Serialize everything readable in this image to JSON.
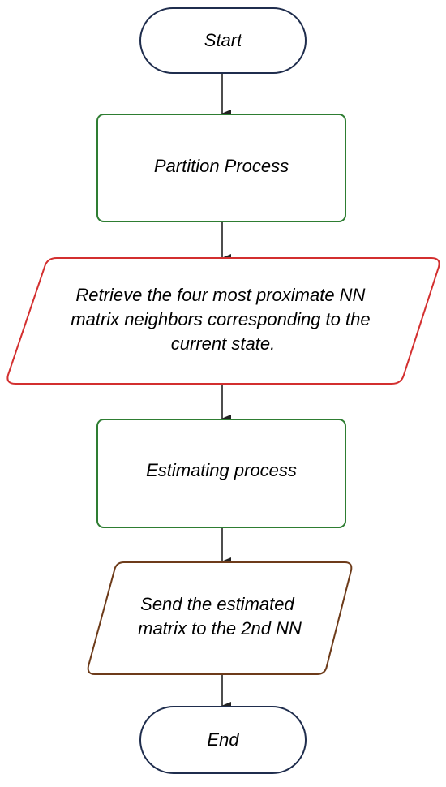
{
  "nodes": {
    "start": {
      "label": "Start",
      "stroke": "#1f2d4d"
    },
    "partition": {
      "label": "Partition Process",
      "stroke": "#2e7d32"
    },
    "retrieve": {
      "lines": [
        "Retrieve the four most proximate NN",
        "matrix neighbors corresponding to the",
        "current state."
      ],
      "stroke": "#d32f2f"
    },
    "estimating": {
      "label": "Estimating process",
      "stroke": "#2e7d32"
    },
    "send": {
      "lines": [
        "Send the estimated",
        "matrix to the 2nd NN"
      ],
      "stroke": "#6d3b1a"
    },
    "end": {
      "label": "End",
      "stroke": "#1f2d4d"
    }
  },
  "connector_color": "#222222"
}
